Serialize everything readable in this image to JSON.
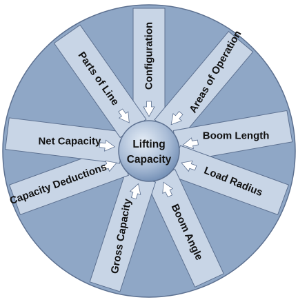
{
  "hub": {
    "line1": "Lifting",
    "line2": "Capacity"
  },
  "spokes": [
    {
      "id": "configuration",
      "label": "Configuration"
    },
    {
      "id": "areas-of-operation",
      "label": "Areas of Operation"
    },
    {
      "id": "boom-length",
      "label": "Boom Length"
    },
    {
      "id": "load-radius",
      "label": "Load Radius"
    },
    {
      "id": "boom-angle",
      "label": "Boom Angle"
    },
    {
      "id": "gross-capacity",
      "label": "Gross Capacity"
    },
    {
      "id": "capacity-deductions",
      "label": "Capacity Deductions"
    },
    {
      "id": "net-capacity",
      "label": "Net Capacity"
    },
    {
      "id": "parts-of-line",
      "label": "Parts of Line"
    }
  ],
  "colors": {
    "wheel": "#8fa7c6",
    "spoke": "#c8d5e6",
    "hub_light": "#d8e3f0",
    "hub_dark": "#6e8bb2",
    "arrow": "#ffffff",
    "outline": "#5c7090",
    "text": "#111111"
  }
}
